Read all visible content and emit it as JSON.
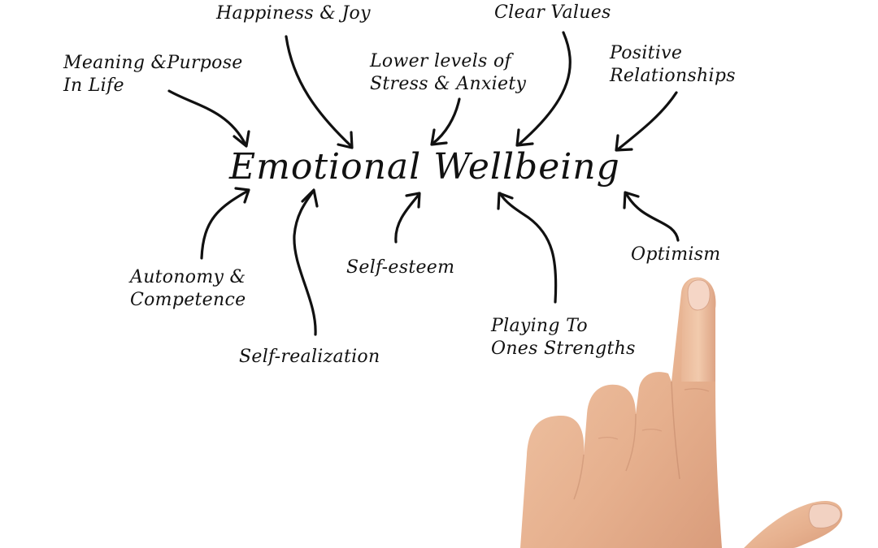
{
  "diagram": {
    "center": {
      "label": "Emotional Wellbeing"
    },
    "nodes": [
      {
        "id": "meaning",
        "label_line1": "Meaning &Purpose",
        "label_line2": "In Life",
        "position": "top-left"
      },
      {
        "id": "happiness",
        "label_line1": "Happiness & Joy",
        "position": "top"
      },
      {
        "id": "stress",
        "label_line1": "Lower levels of",
        "label_line2": "Stress & Anxiety",
        "position": "top"
      },
      {
        "id": "values",
        "label_line1": "Clear Values",
        "position": "top-right"
      },
      {
        "id": "relationships",
        "label_line1": "Positive",
        "label_line2": "Relationships",
        "position": "top-right"
      },
      {
        "id": "autonomy",
        "label_line1": "Autonomy &",
        "label_line2": "Competence",
        "position": "bottom-left"
      },
      {
        "id": "selfrealization",
        "label_line1": "Self-realization",
        "position": "bottom"
      },
      {
        "id": "selfesteem",
        "label_line1": "Self-esteem",
        "position": "bottom"
      },
      {
        "id": "strengths",
        "label_line1": "Playing To",
        "label_line2": "Ones Strengths",
        "position": "bottom-right"
      },
      {
        "id": "optimism",
        "label_line1": "Optimism",
        "position": "bottom-right"
      }
    ],
    "edges": [
      {
        "from": "meaning",
        "to": "center"
      },
      {
        "from": "happiness",
        "to": "center"
      },
      {
        "from": "stress",
        "to": "center"
      },
      {
        "from": "values",
        "to": "center"
      },
      {
        "from": "relationships",
        "to": "center"
      },
      {
        "from": "autonomy",
        "to": "center"
      },
      {
        "from": "selfrealization",
        "to": "center"
      },
      {
        "from": "selfesteem",
        "to": "center"
      },
      {
        "from": "strengths",
        "to": "center"
      },
      {
        "from": "optimism",
        "to": "center"
      }
    ]
  },
  "photo": {
    "subject": "hand pointing upward with index finger"
  },
  "colors": {
    "ink": "#111111",
    "background": "#ffffff",
    "skin": "#e8b796"
  }
}
